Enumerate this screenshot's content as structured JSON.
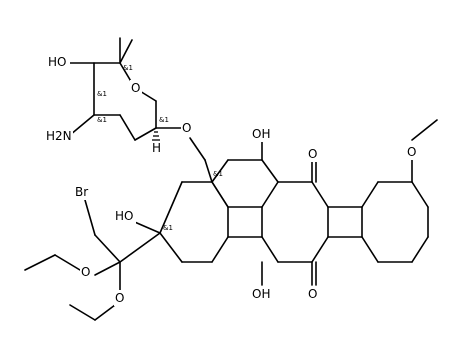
{
  "atoms": {
    "ho_sugar": "HO",
    "o_ring": "O",
    "nh2": "H2N",
    "o_glyco": "O",
    "h_anomeric": "H",
    "oh_top": "OH",
    "o_ketone_top": "O",
    "o_methoxy": "O",
    "br": "Br",
    "ho_c9": "HO",
    "o_ethoxy_1": "O",
    "o_ethoxy_2": "O",
    "oh_bottom": "OH",
    "o_ketone_bottom": "O"
  },
  "stereo_labels": {
    "s1": "&1",
    "s2": "&1",
    "s3": "&1",
    "s4": "&1",
    "s5": "&1",
    "s6": "&1"
  }
}
